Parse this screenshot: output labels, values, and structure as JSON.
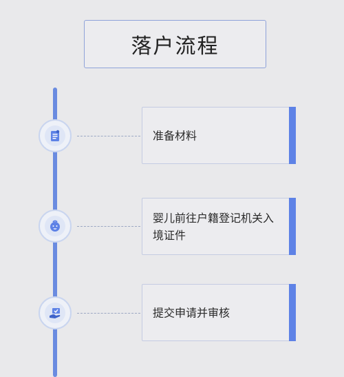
{
  "header": {
    "title": "落户流程"
  },
  "steps": [
    {
      "label": "准备材料",
      "icon": "document-icon"
    },
    {
      "label": "婴儿前往户籍登记机关入境证件",
      "icon": "baby-icon"
    },
    {
      "label": "提交申请并审核",
      "icon": "hand-card-icon"
    }
  ],
  "colors": {
    "accent": "#5e82e6",
    "line": "#6a8be0",
    "background": "#e9e9eb"
  }
}
